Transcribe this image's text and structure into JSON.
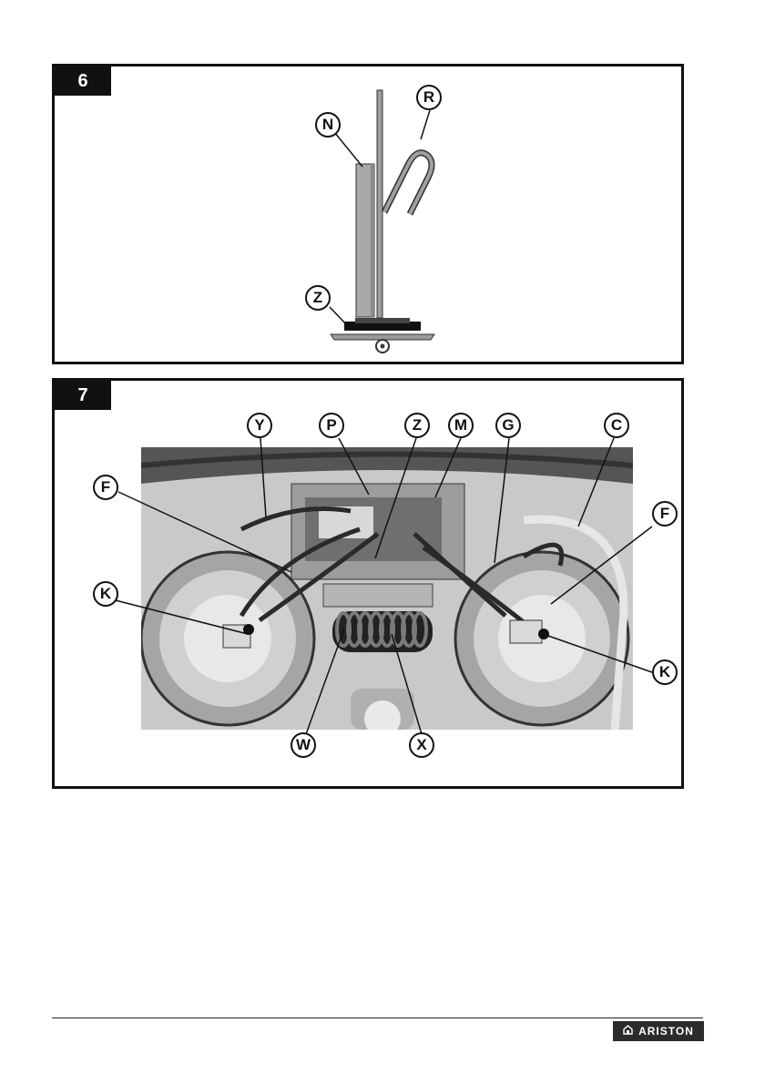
{
  "figure6": {
    "number": "6",
    "labels": {
      "N": "N",
      "R": "R",
      "Z": "Z"
    }
  },
  "figure7": {
    "number": "7",
    "labels": {
      "Y": "Y",
      "P": "P",
      "Z": "Z",
      "M": "M",
      "G": "G",
      "C": "C",
      "F_left": "F",
      "F_right": "F",
      "K_left": "K",
      "K_right": "K",
      "W": "W",
      "X": "X"
    }
  },
  "footer": {
    "brand": "ARISTON",
    "brand_icon": "house-icon"
  },
  "colors": {
    "frame": "#111111",
    "brand_bg": "#2b2b2b"
  }
}
